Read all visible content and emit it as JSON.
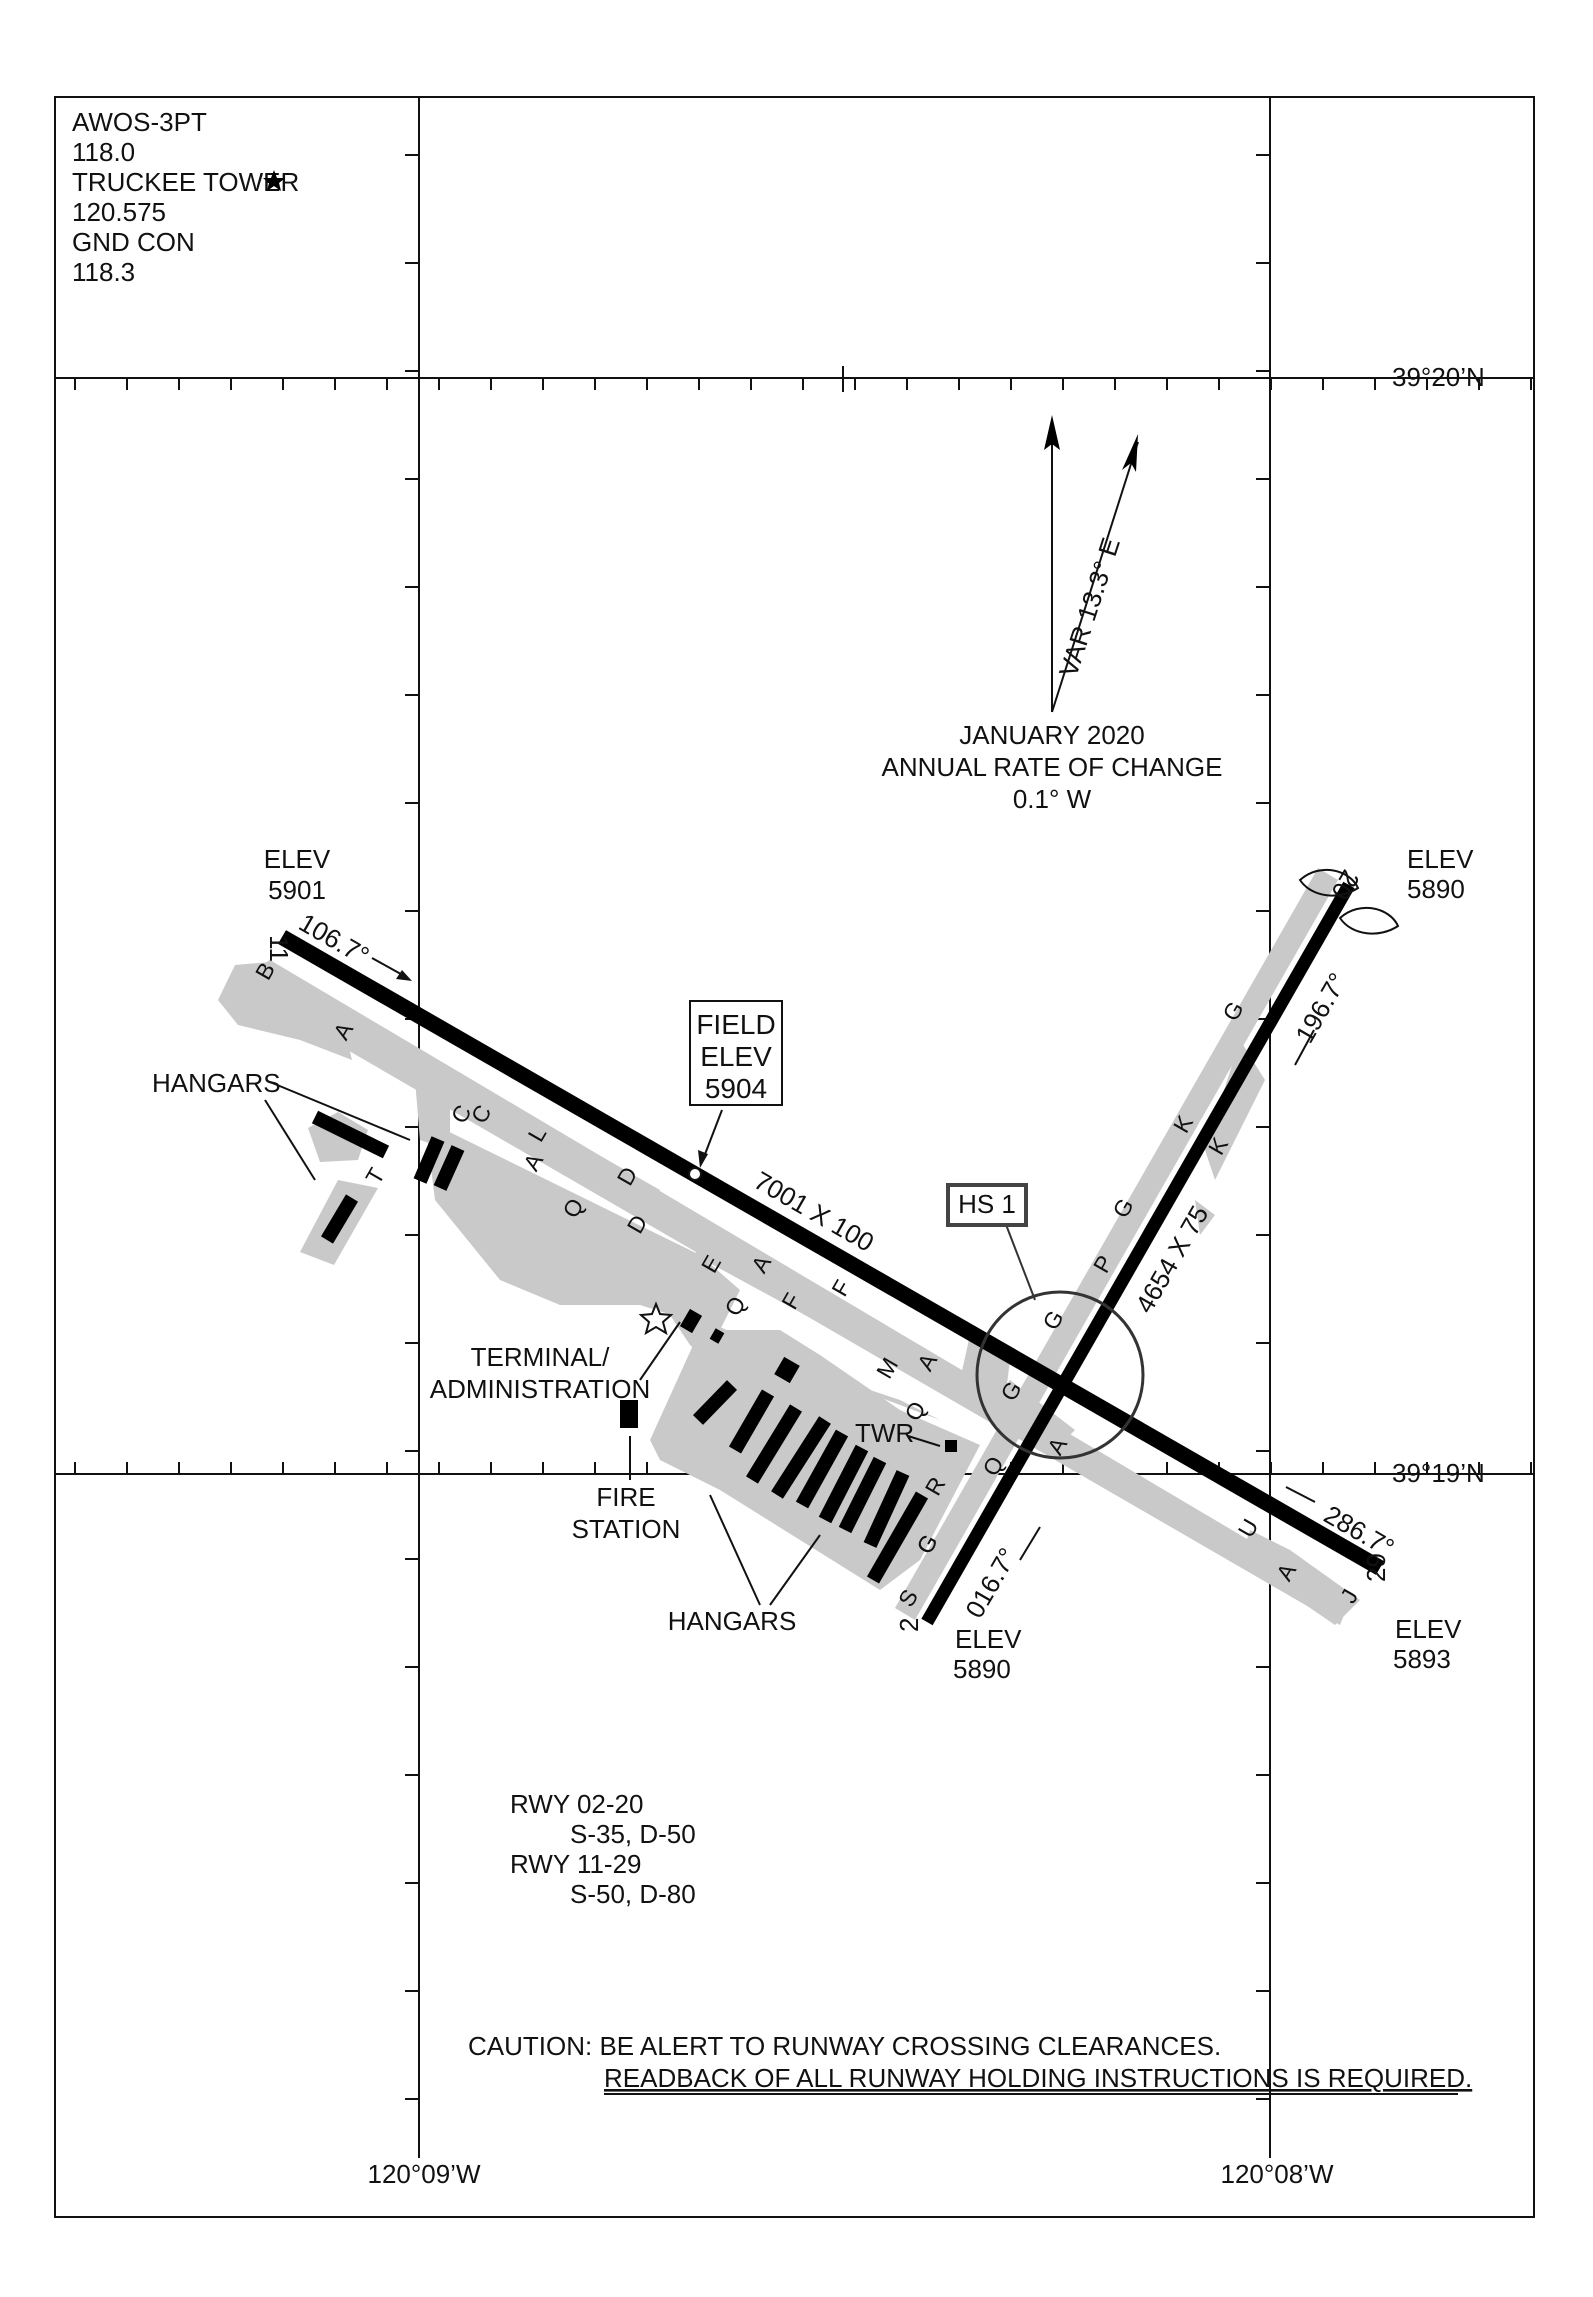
{
  "frequencies": {
    "awos_label": "AWOS-3PT",
    "awos_freq": "118.0",
    "tower_label": "TRUCKEE TOWER",
    "tower_freq": "120.575",
    "gnd_label": "GND CON",
    "gnd_freq": "118.3"
  },
  "coordinates": {
    "lat_north": "39°20’N",
    "lat_south": "39°19’N",
    "lon_west": "120°09’W",
    "lon_east": "120°08’W"
  },
  "magnetic": {
    "variation": "VAR 13.3° E",
    "date": "JANUARY 2020",
    "rate_label": "ANNUAL RATE OF CHANGE",
    "rate_value": "0.1° W"
  },
  "field": {
    "label_1": "FIELD",
    "label_2": "ELEV",
    "elevation": "5904"
  },
  "runways": {
    "rwy11": {
      "number": "11",
      "heading": "106.7°",
      "elev_label": "ELEV",
      "elev": "5901"
    },
    "rwy29": {
      "number": "29",
      "heading": "286.7°",
      "elev_label": "ELEV",
      "elev": "5893"
    },
    "rwy02": {
      "number": "2",
      "heading": "016.7°",
      "elev_label": "ELEV",
      "elev": "5890"
    },
    "rwy20": {
      "number": "20",
      "heading": "196.7°",
      "elev_label": "ELEV",
      "elev": "5890"
    },
    "rwy11_29_dims": "7001 X 100",
    "rwy02_20_dims": "4654 X 75"
  },
  "hot_spot": "HS 1",
  "labels": {
    "hangars": "HANGARS",
    "terminal_1": "TERMINAL/",
    "terminal_2": "ADMINISTRATION",
    "fire_1": "FIRE",
    "fire_2": "STATION",
    "twr": "TWR"
  },
  "taxiways": [
    "A",
    "B",
    "C",
    "C",
    "L",
    "A",
    "Q",
    "D",
    "D",
    "E",
    "Q",
    "A",
    "F",
    "F",
    "M",
    "A",
    "Q",
    "G",
    "G",
    "G",
    "G",
    "G",
    "K",
    "K",
    "P",
    "A",
    "Q",
    "R",
    "G",
    "S",
    "U",
    "A",
    "J",
    "T"
  ],
  "strength": {
    "rwy_a": "RWY 02-20",
    "rwy_a_values": "S-35, D-50",
    "rwy_b": "RWY 11-29",
    "rwy_b_values": "S-50, D-80"
  },
  "caution": {
    "line_1": "CAUTION: BE ALERT TO RUNWAY CROSSING CLEARANCES.",
    "line_2": "READBACK OF ALL RUNWAY HOLDING INSTRUCTIONS IS REQUIRED."
  }
}
